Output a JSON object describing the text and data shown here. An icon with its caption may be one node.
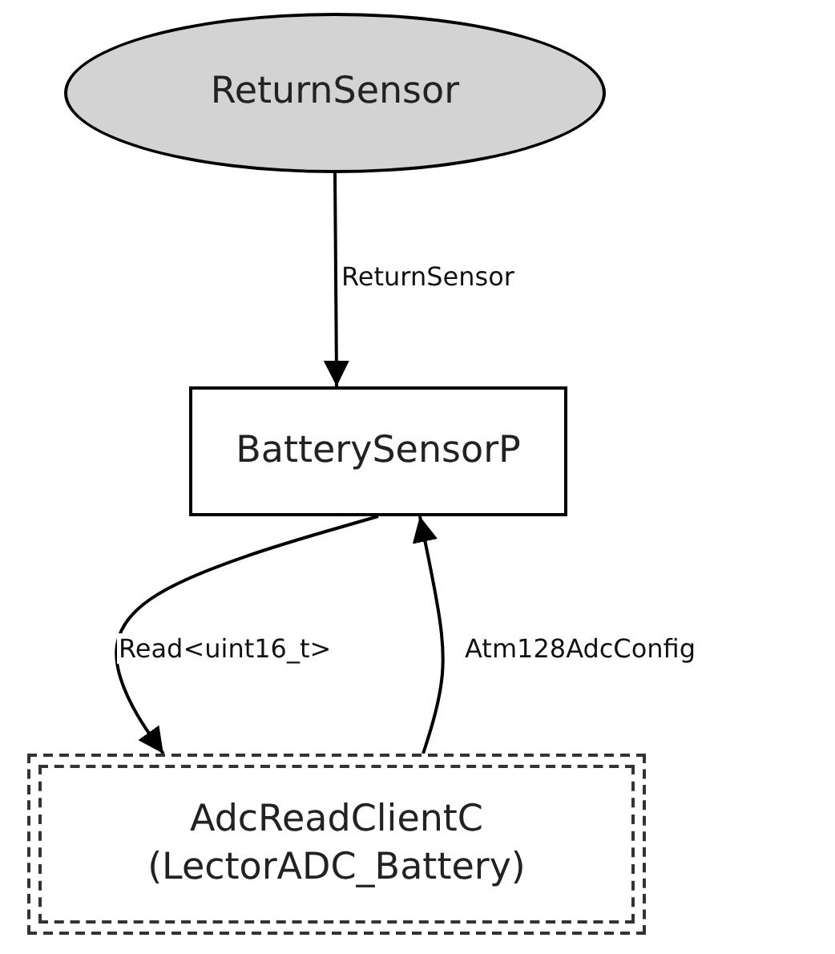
{
  "diagram": {
    "nodes": [
      {
        "text": [
          "ReturnSensor"
        ]
      },
      {
        "text": [
          "BatterySensorP"
        ]
      },
      {
        "text": [
          "AdcReadClientC (LectorADC_Battery)"
        ]
      }
    ],
    "edges": [
      {
        "from": 0,
        "to": 1,
        "arrow": "to",
        "label": "ReturnSensor"
      },
      {
        "from": 1,
        "to": 2,
        "arrow": "to",
        "label": "Read<uint16_t>"
      },
      {
        "from": 2,
        "to": 1,
        "arrow": "to",
        "label": "Atm128AdcConfig"
      }
    ]
  }
}
